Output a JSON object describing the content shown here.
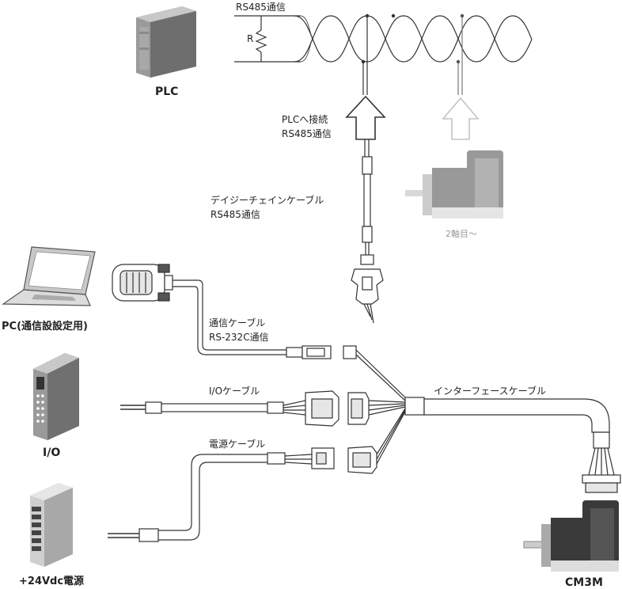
{
  "devices": {
    "plc": "PLC",
    "pc": "PC(通信設設定用)",
    "io": "I/O",
    "power": "+24Vdc電源",
    "cm3m": "CM3M",
    "second_axis": "2軸目～"
  },
  "bus": {
    "rs485_top": "RS485通信",
    "resistor": "R"
  },
  "labels": {
    "plc_connect_line1": "PLCへ接続",
    "plc_connect_line2": "RS485通信",
    "daisy_line1": "デイジーチェインケーブル",
    "daisy_line2": "RS485通信",
    "comm_line1": "通信ケーブル",
    "comm_line2": "RS-232C通信",
    "io_cable": "I/Oケーブル",
    "power_cable": "電源ケーブル",
    "interface_cable": "インターフェースケーブル"
  },
  "colors": {
    "cable_fill": "#ffffff",
    "cable_stroke": "#333333",
    "device_grey": "#8c8c8c",
    "motor_dark": "#3a3a3a",
    "ghost": "#c8c8c8"
  }
}
